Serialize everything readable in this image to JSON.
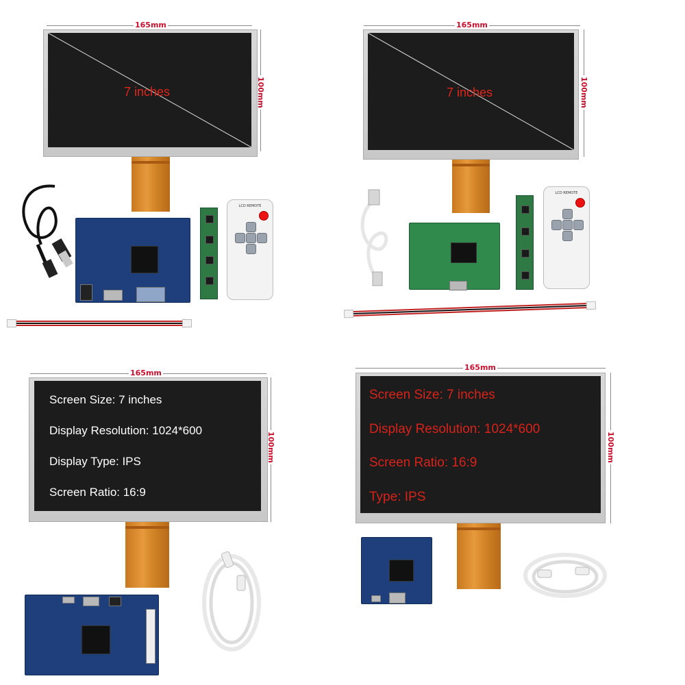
{
  "dimensions": {
    "width": "165mm",
    "height": "100mm"
  },
  "panels": [
    {
      "screen_label": "7 inches",
      "label_color": "#e0261b"
    },
    {
      "screen_label": "7 inches",
      "label_color": "#e0261b"
    },
    {
      "specs": [
        "Screen Size: 7 inches",
        "Display Resolution: 1024*600",
        "Display Type: IPS",
        "Screen Ratio: 16:9"
      ],
      "text_color": "#ffffff"
    },
    {
      "specs": [
        "Screen Size: 7 inches",
        "Display Resolution: 1024*600",
        "Screen Ratio: 16:9",
        "Type: IPS"
      ],
      "text_color": "#d8231a"
    }
  ],
  "remote": {
    "title": "LCD REMOTE"
  },
  "icons": [
    "usb-cable-icon",
    "controller-board-icon",
    "keypad-board-icon",
    "remote-control-icon",
    "ribbon-cable-icon",
    "type-c-cable-icon",
    "fpc-connector-icon"
  ],
  "colors": {
    "dimension_text": "#c8102e",
    "bezel": "#cfcfcf",
    "screen": "#1c1c1c",
    "fpc": "#d8872a",
    "pcb_blue": "#1f3f7c",
    "pcb_green": "#2f8a4c"
  }
}
